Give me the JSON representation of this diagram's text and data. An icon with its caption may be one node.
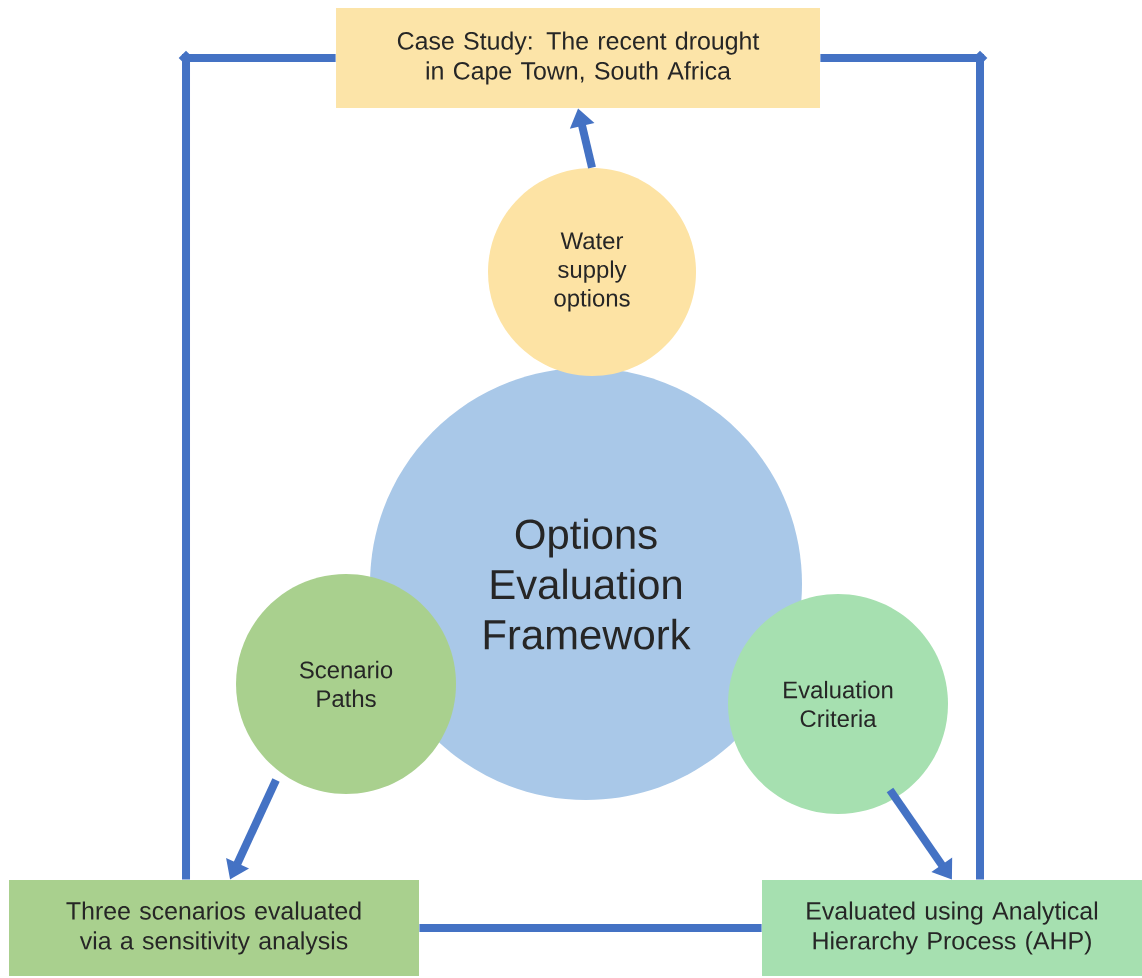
{
  "diagram": {
    "nodes": [
      {
        "text": [
          "Case Study: The recent drought in Cape Town, South Africa"
        ]
      },
      {
        "text": [
          "Water supply options"
        ]
      },
      {
        "text": [
          "Options Evaluation Framework"
        ]
      },
      {
        "text": [
          "Scenario Paths"
        ]
      },
      {
        "text": [
          "Evaluation Criteria"
        ]
      },
      {
        "text": [
          "Three scenarios evaluated via a sensitivity analysis"
        ]
      },
      {
        "text": [
          "Evaluated using Analytical Hierarchy Process (AHP)"
        ]
      }
    ],
    "edges": [
      {
        "from": 1,
        "to": 0,
        "arrow": "to"
      },
      {
        "from": 3,
        "to": 5,
        "arrow": "to"
      },
      {
        "from": 4,
        "to": 6,
        "arrow": "to"
      },
      {
        "from": 5,
        "to": 0,
        "arrow": "none"
      },
      {
        "from": 6,
        "to": 0,
        "arrow": "none"
      },
      {
        "from": 5,
        "to": 6,
        "arrow": "none"
      }
    ]
  }
}
